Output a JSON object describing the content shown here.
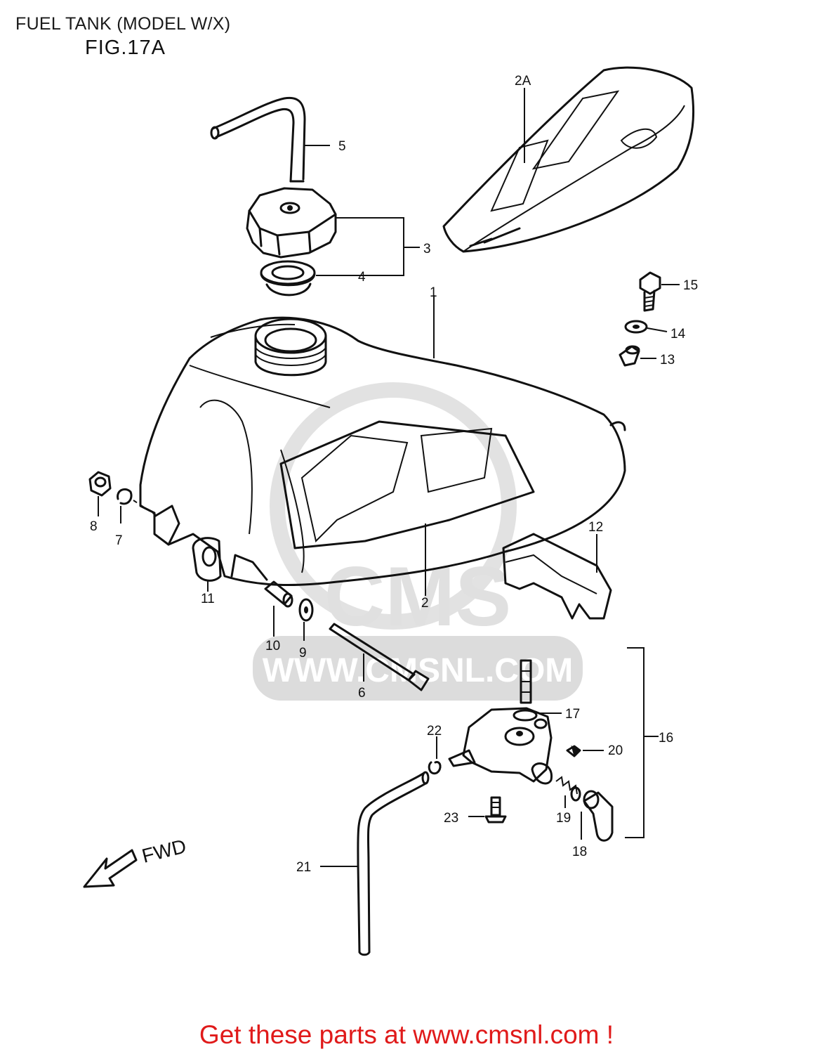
{
  "header": {
    "title": "FUEL TANK (MODEL W/X)",
    "figure": "FIG.17A"
  },
  "watermark": {
    "brand": "CMS",
    "url": "WWW.CMSNL.COM"
  },
  "direction_indicator": "FWD",
  "callouts": {
    "p1": "1",
    "p2": "2",
    "p2a": "2A",
    "p3": "3",
    "p4": "4",
    "p5": "5",
    "p6": "6",
    "p7": "7",
    "p8": "8",
    "p9": "9",
    "p10": "10",
    "p11": "11",
    "p12": "12",
    "p13": "13",
    "p14": "14",
    "p15": "15",
    "p16": "16",
    "p17": "17",
    "p18": "18",
    "p19": "19",
    "p20": "20",
    "p21": "21",
    "p22": "22",
    "p23": "23"
  },
  "footer": {
    "cta": "Get these parts at www.cmsnl.com !"
  },
  "colors": {
    "line": "#111111",
    "cta": "#e01a1a",
    "watermark": "#dcdcdc"
  }
}
